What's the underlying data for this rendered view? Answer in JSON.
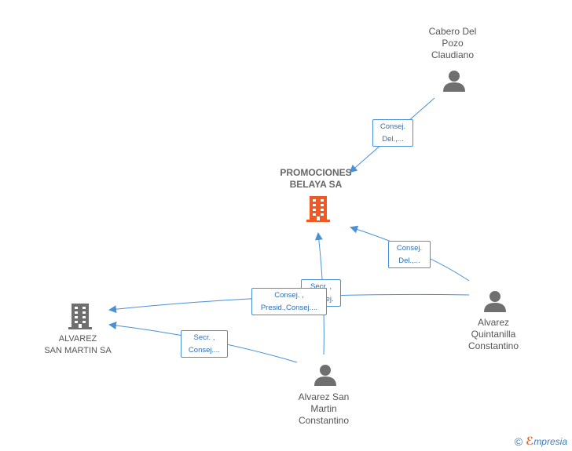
{
  "nodes": {
    "promociones": {
      "name": "PROMOCIONES\nBELAYA SA",
      "type": "company-main",
      "color": "#ef5a24"
    },
    "alvarez_sm_sa": {
      "name": "ALVAREZ\nSAN MARTIN SA",
      "type": "company",
      "color": "#6f6f6f"
    },
    "cabero": {
      "name": "Cabero Del\nPozo\nClaudiano",
      "type": "person",
      "color": "#6f6f6f"
    },
    "quintanilla": {
      "name": "Alvarez\nQuintanilla\nConstantino",
      "type": "person",
      "color": "#6f6f6f"
    },
    "san_martin": {
      "name": "Alvarez San\nMartin\nConstantino",
      "type": "person",
      "color": "#6f6f6f"
    }
  },
  "roles": {
    "cabero_promo": "Consej.\nDel.,...",
    "quint_promo": "Consej.\nDel.,...",
    "sm_promo": "Secr. ,\nConsej.",
    "quint_alvsa": "Consej. ,\nPresid.,Consej....",
    "sm_alvsa": "Secr. ,\nConsej...."
  },
  "brand": {
    "copyright": "©",
    "e": "ℰ",
    "name": "mpresia"
  },
  "colors": {
    "edge": "#4a90d9",
    "box_border": "#4a90d9",
    "box_text": "#2f6fb3"
  }
}
